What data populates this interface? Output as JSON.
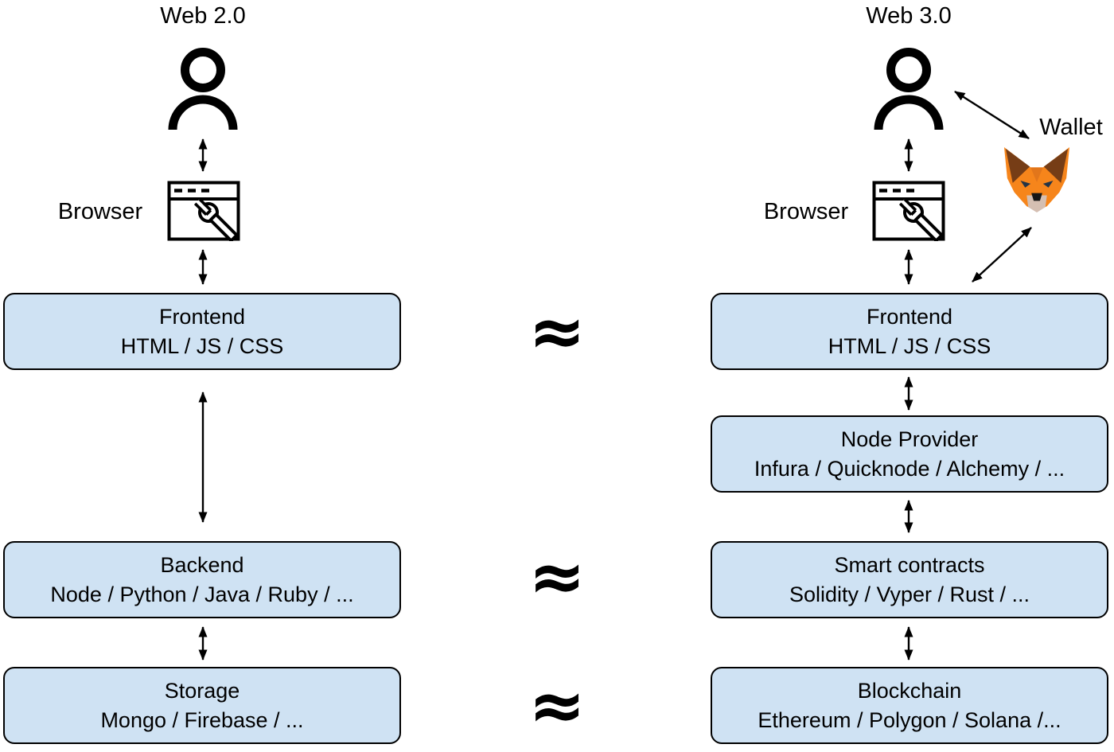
{
  "diagram": {
    "equivalence_symbol": "≈",
    "web2": {
      "title": "Web 2.0",
      "user_icon": "person-icon",
      "browser_icon": "browser-window-wrench-icon",
      "browser_label": "Browser",
      "boxes": [
        {
          "title": "Frontend",
          "subtitle": "HTML / JS / CSS"
        },
        {
          "title": "Backend",
          "subtitle": "Node / Python / Java / Ruby / ..."
        },
        {
          "title": "Storage",
          "subtitle": "Mongo / Firebase / ..."
        }
      ]
    },
    "web3": {
      "title": "Web 3.0",
      "user_icon": "person-icon",
      "browser_icon": "browser-window-wrench-icon",
      "browser_label": "Browser",
      "wallet_label": "Wallet",
      "wallet_icon": "metamask-fox-icon",
      "boxes": [
        {
          "title": "Frontend",
          "subtitle": "HTML / JS / CSS"
        },
        {
          "title": "Node Provider",
          "subtitle": "Infura / Quicknode / Alchemy / ..."
        },
        {
          "title": "Smart contracts",
          "subtitle": "Solidity / Vyper / Rust / ..."
        },
        {
          "title": "Blockchain",
          "subtitle": "Ethereum / Polygon / Solana /..."
        }
      ]
    },
    "colors": {
      "box_fill": "#cfe2f3",
      "box_border": "#000000",
      "text": "#000000",
      "background": "#ffffff",
      "metamask_orange": "#f6851b",
      "metamask_dark_orange": "#e2761b",
      "metamask_brown": "#763d16",
      "metamask_muzzle": "#d5bfb2",
      "metamask_eyes": "#233447"
    }
  }
}
